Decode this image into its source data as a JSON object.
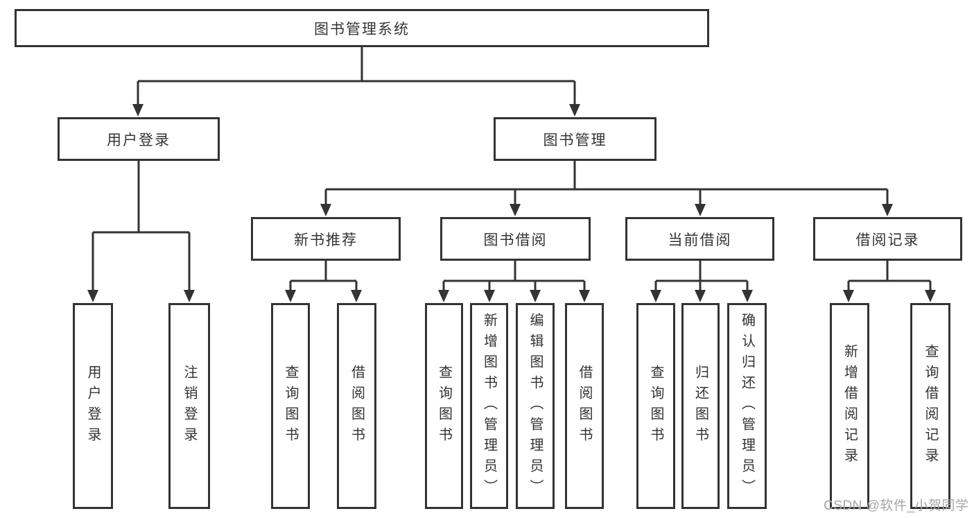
{
  "colors": {
    "line": "#333333",
    "text": "#333333",
    "box_background": "#ffffff",
    "page_background": "#ffffff",
    "watermark": "#a6a6a6"
  },
  "watermark": {
    "text": "CSDN @软件_小贺同学"
  },
  "tree": {
    "root": {
      "label": "图书管理系统"
    },
    "children": [
      {
        "label": "用户登录",
        "children": [
          {
            "label": "用户登录"
          },
          {
            "label": "注销登录"
          }
        ]
      },
      {
        "label": "图书管理",
        "children": [
          {
            "label": "新书推荐",
            "children": [
              {
                "label": "查询图书"
              },
              {
                "label": "借阅图书"
              }
            ]
          },
          {
            "label": "图书借阅",
            "children": [
              {
                "label": "查询图书"
              },
              {
                "label": "新增图书（管理员）"
              },
              {
                "label": "编辑图书（管理员）"
              },
              {
                "label": "借阅图书"
              }
            ]
          },
          {
            "label": "当前借阅",
            "children": [
              {
                "label": "查询图书"
              },
              {
                "label": "归还图书"
              },
              {
                "label": "确认归还（管理员）"
              }
            ]
          },
          {
            "label": "借阅记录",
            "children": [
              {
                "label": "新增借阅记录"
              },
              {
                "label": "查询借阅记录"
              }
            ]
          }
        ]
      }
    ]
  }
}
